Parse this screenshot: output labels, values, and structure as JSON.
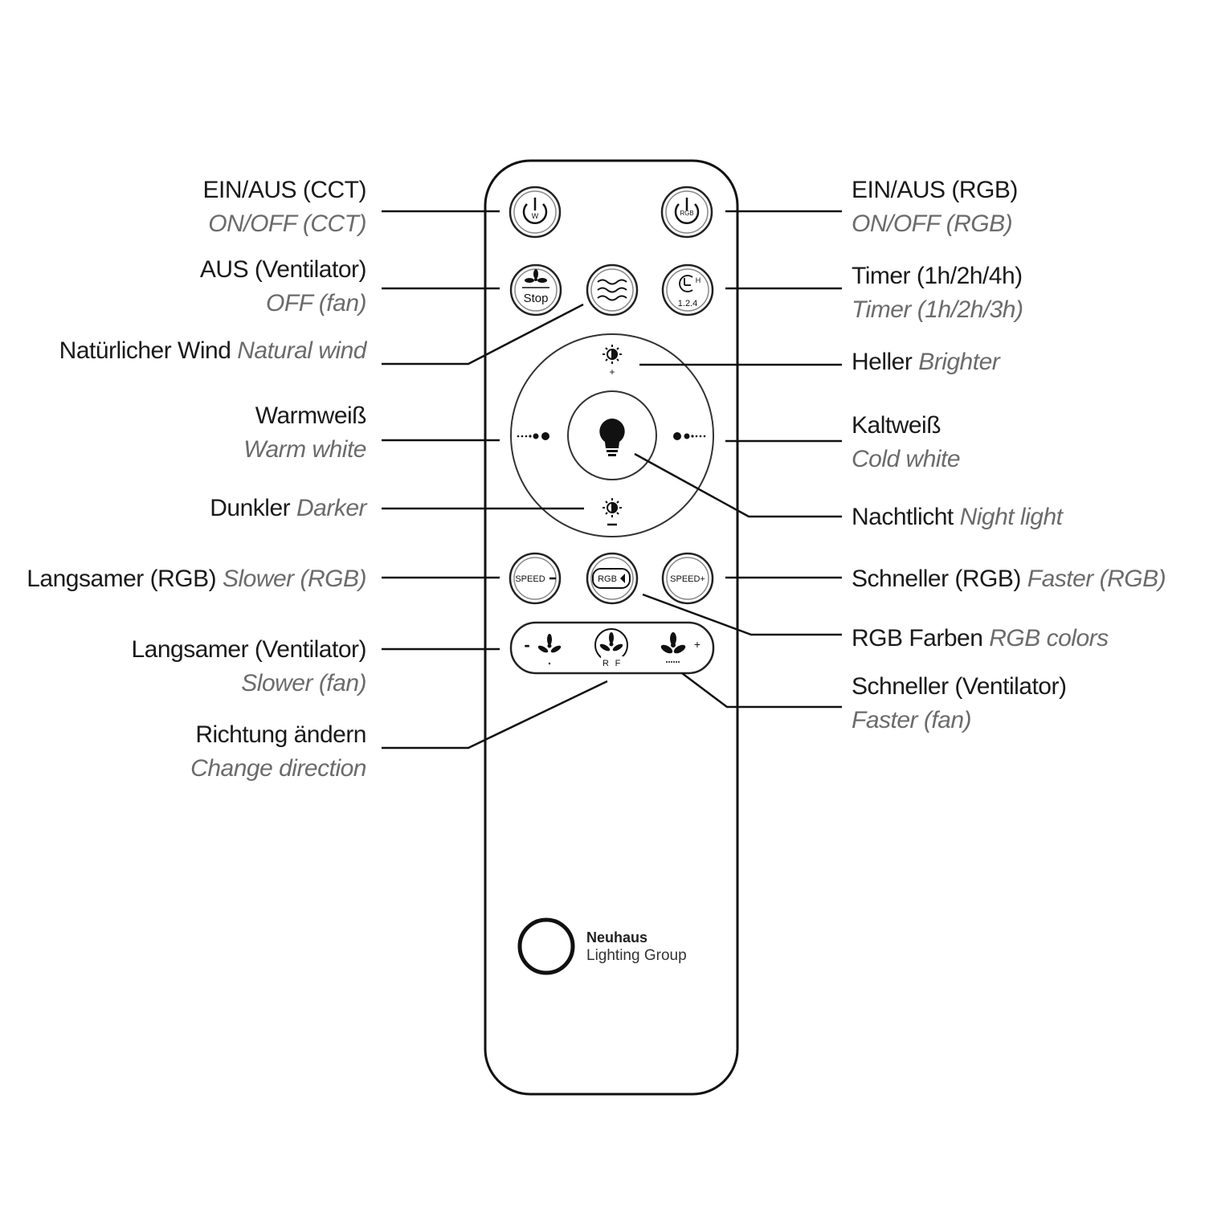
{
  "labels": {
    "onoff_cct": {
      "de": "EIN/AUS (CCT)",
      "en": "ON/OFF (CCT)"
    },
    "fan_off": {
      "de": "AUS (Ventilator)",
      "en": "OFF (fan)"
    },
    "natural_wind": {
      "de": "Natürlicher Wind",
      "en": "Natural wind"
    },
    "warm_white": {
      "de": "Warmweiß",
      "en": "Warm white"
    },
    "darker": {
      "de": "Dunkler",
      "en": "Darker"
    },
    "slower_rgb": {
      "de": "Langsamer (RGB)",
      "en": "Slower (RGB)"
    },
    "slower_fan": {
      "de": "Langsamer (Ventilator)",
      "en": "Slower (fan)"
    },
    "change_dir": {
      "de": "Richtung ändern",
      "en": "Change direction"
    },
    "onoff_rgb": {
      "de": "EIN/AUS (RGB)",
      "en": "ON/OFF (RGB)"
    },
    "timer": {
      "de": "Timer (1h/2h/4h)",
      "en": "Timer (1h/2h/3h)"
    },
    "brighter": {
      "de": "Heller",
      "en": "Brighter"
    },
    "cold_white": {
      "de": "Kaltweiß",
      "en": "Cold white"
    },
    "night_light": {
      "de": "Nachtlicht",
      "en": "Night light"
    },
    "faster_rgb": {
      "de": "Schneller (RGB)",
      "en": "Faster (RGB)"
    },
    "rgb_colors": {
      "de": "RGB Farben",
      "en": "RGB colors"
    },
    "faster_fan": {
      "de": "Schneller (Ventilator)",
      "en": "Faster (fan)"
    }
  },
  "buttons": {
    "power_w": "W",
    "power_rgb": "RGB",
    "stop": "Stop",
    "timer_h": "H",
    "timer_steps": "1.2.4",
    "speed_minus": "SPEED",
    "speed_plus": "SPEED+",
    "rgb_mode": "RGB",
    "fan_minus": "-",
    "fan_plus": "+",
    "dir_r": "R",
    "dir_f": "F"
  },
  "logo": {
    "brand": "Neuhaus",
    "tagline": "Lighting Group"
  },
  "icons": [
    "power-icon",
    "fan-icon",
    "wind-icon",
    "clock-icon",
    "sun-icon",
    "bulb-icon",
    "dots-icon"
  ]
}
